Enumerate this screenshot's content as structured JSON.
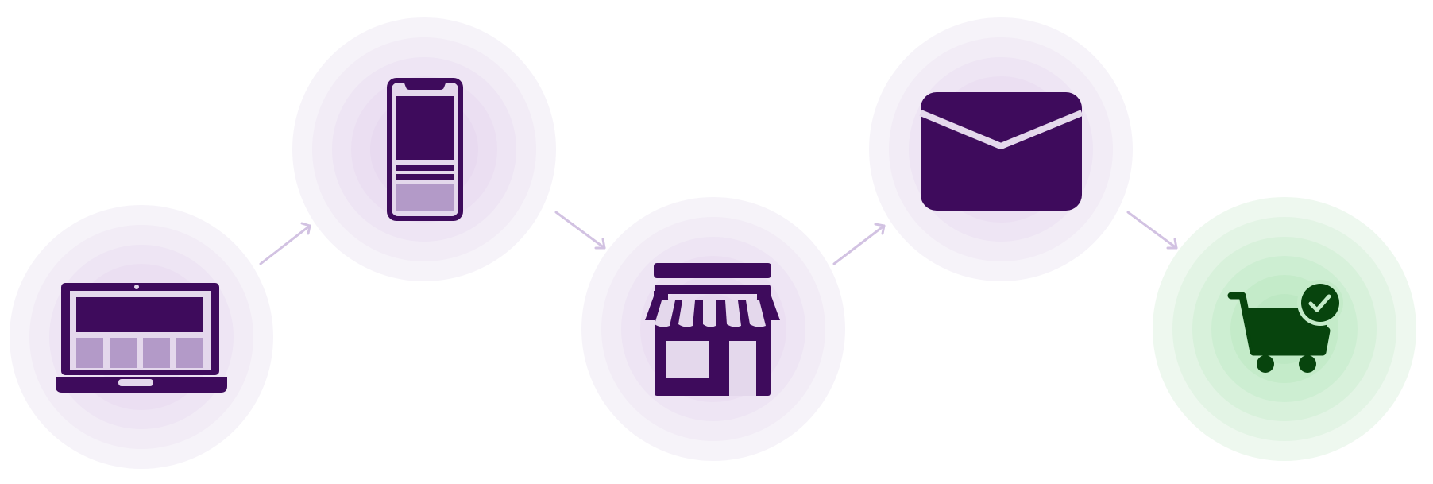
{
  "colors": {
    "background": "#ffffff",
    "icon_primary": "#3e0b5c",
    "icon_secondary": "#b39ac8",
    "icon_light": "#e4d8ec",
    "arrow": "#d2c2e2",
    "halo_purple": [
      "#f6f3f9",
      "#f2ecf6",
      "#eee5f4",
      "#ebdff2",
      "#e8daf0",
      "#e5d5ee"
    ],
    "cart_icon": "#07440d",
    "halo_green": [
      "#eef8ef",
      "#e3f4e5",
      "#d8f1db",
      "#cdeed2",
      "#c4ebc9",
      "#bde8c3"
    ]
  },
  "steps": [
    {
      "id": "desktop",
      "icon": "laptop-icon",
      "theme": "purple"
    },
    {
      "id": "mobile",
      "icon": "smartphone-icon",
      "theme": "purple"
    },
    {
      "id": "store",
      "icon": "storefront-icon",
      "theme": "purple"
    },
    {
      "id": "email",
      "icon": "envelope-icon",
      "theme": "purple"
    },
    {
      "id": "purchase",
      "icon": "cart-check-icon",
      "theme": "green"
    }
  ],
  "connections": [
    {
      "from": "desktop",
      "to": "mobile"
    },
    {
      "from": "mobile",
      "to": "store"
    },
    {
      "from": "store",
      "to": "email"
    },
    {
      "from": "email",
      "to": "purchase"
    }
  ]
}
